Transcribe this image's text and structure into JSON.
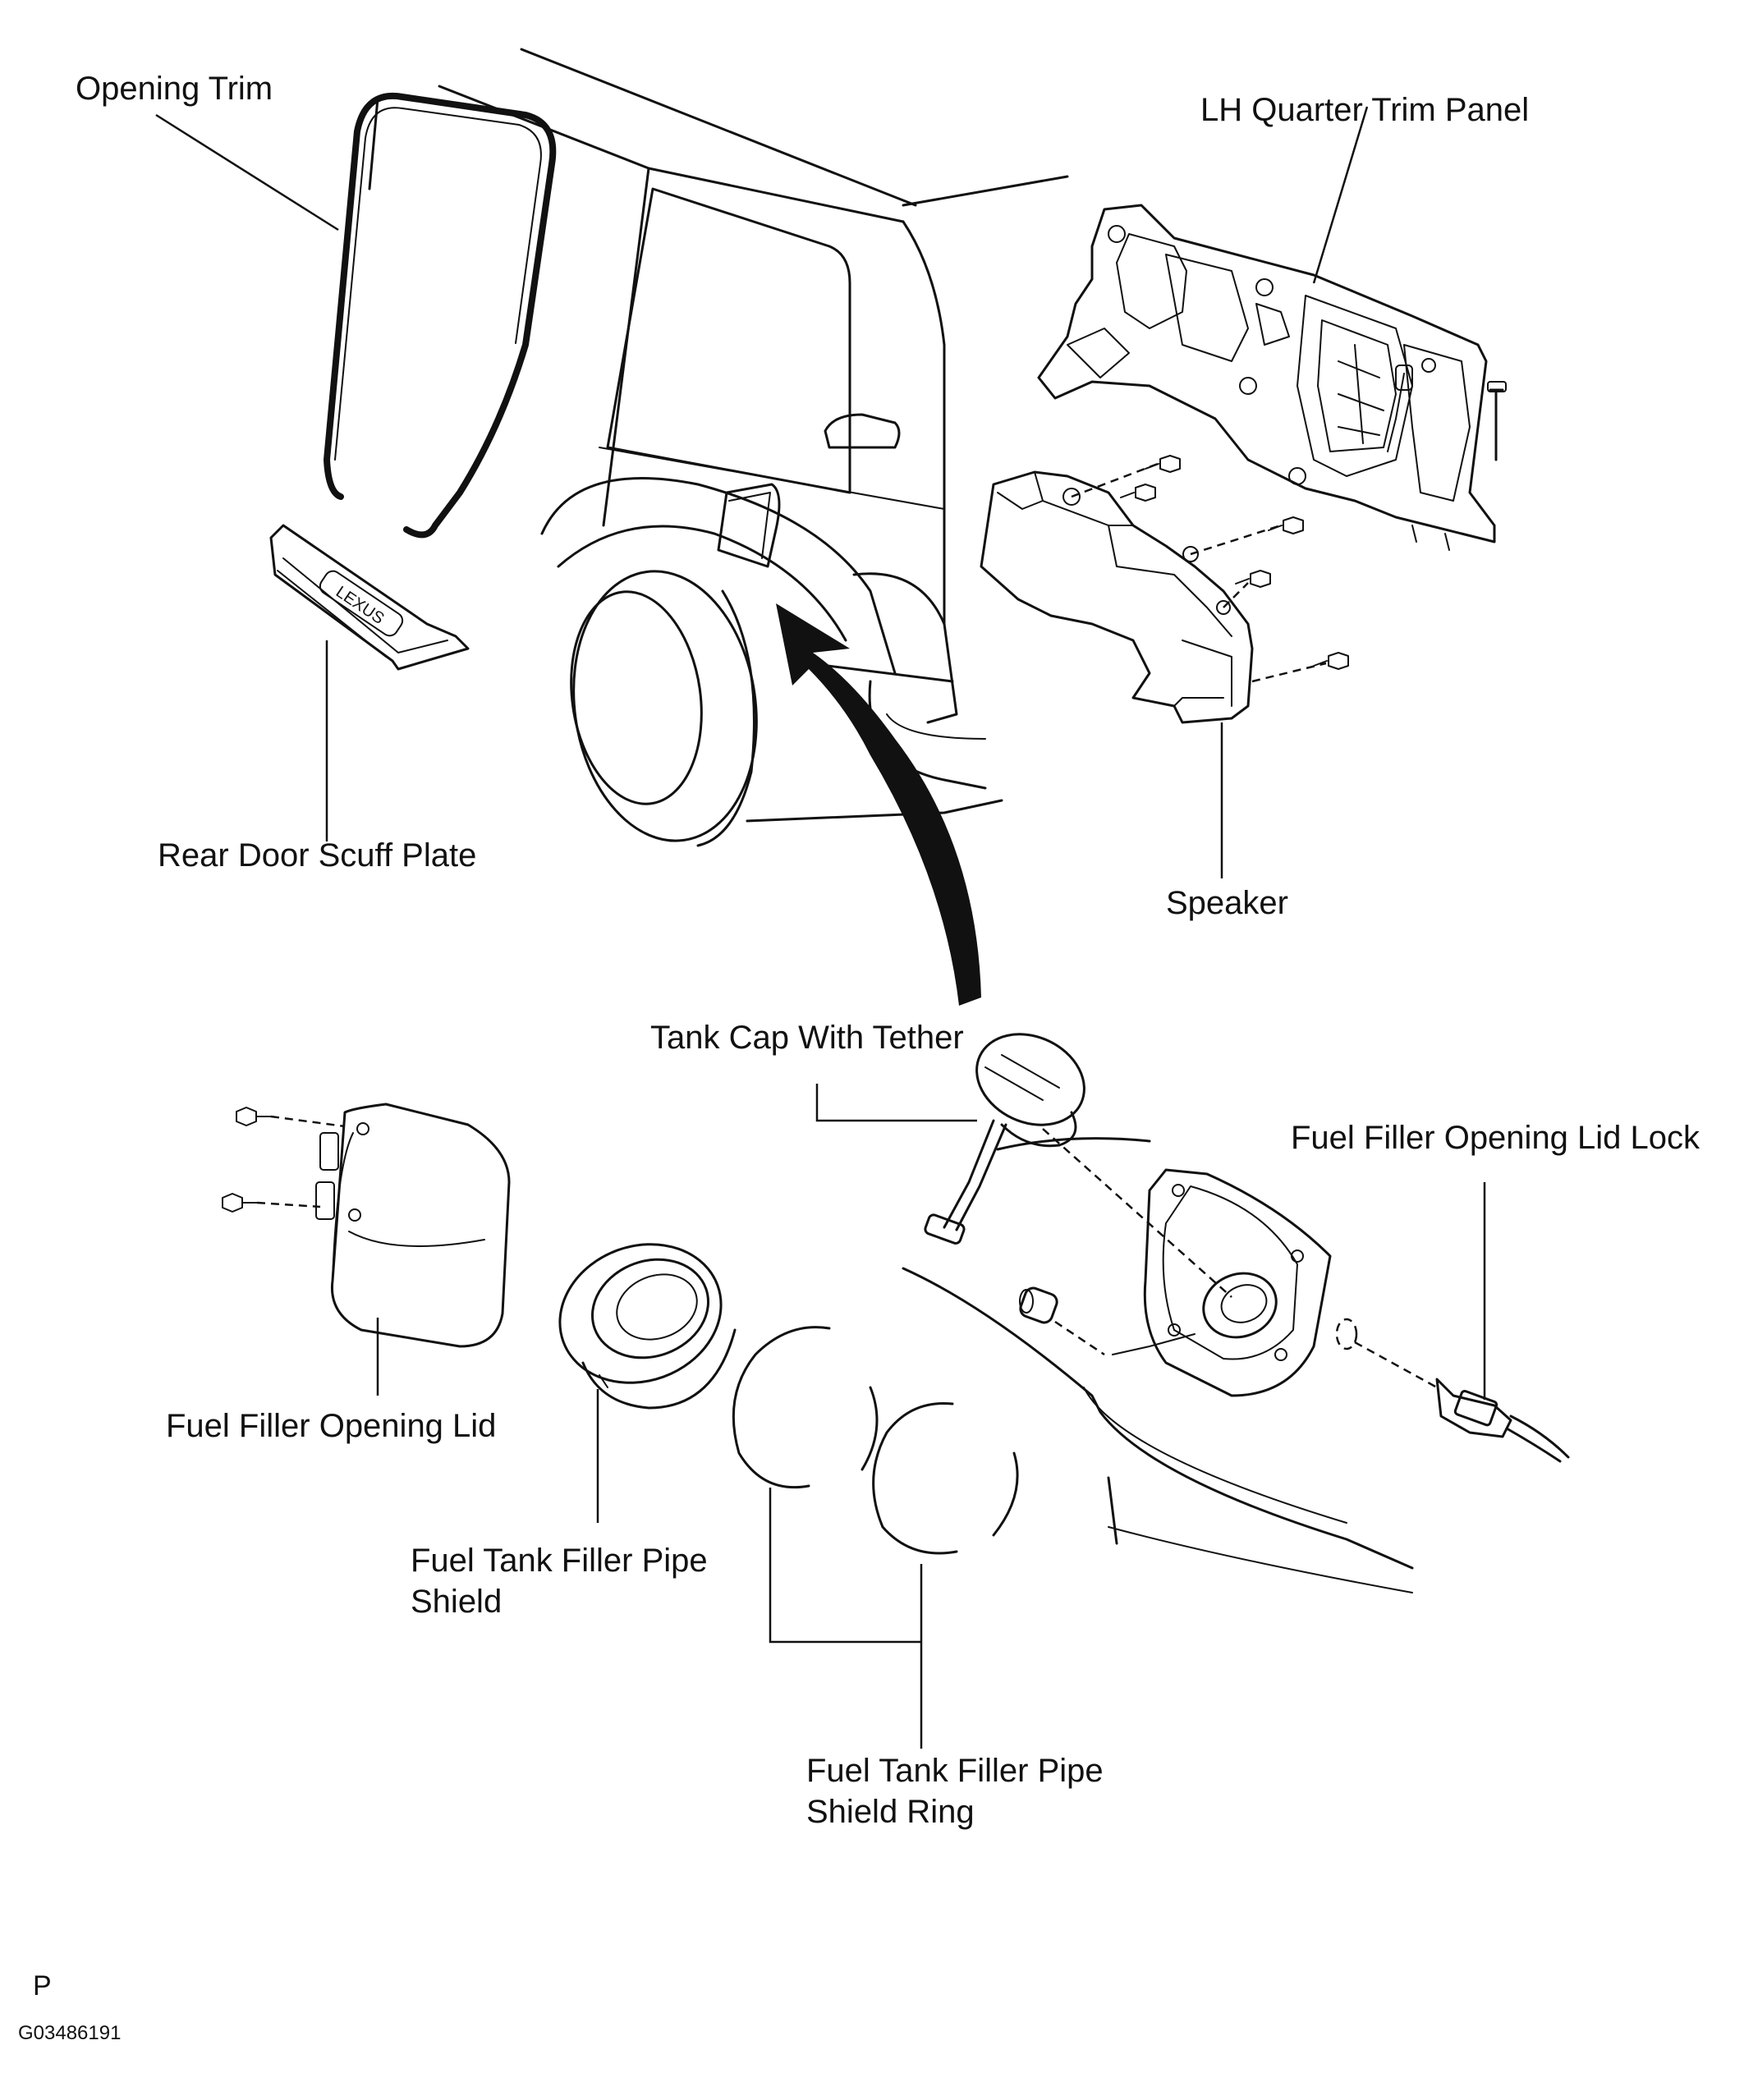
{
  "labels": {
    "opening_trim": "Opening Trim",
    "lh_quarter_trim_panel": "LH Quarter Trim Panel",
    "rear_door_scuff_plate": "Rear Door Scuff Plate",
    "speaker": "Speaker",
    "tank_cap_with_tether": "Tank Cap With Tether",
    "fuel_filler_opening_lid_lock": "Fuel Filler Opening Lid Lock",
    "fuel_filler_opening_lid": "Fuel Filler Opening Lid",
    "fuel_tank_filler_pipe_shield_line1": "Fuel Tank Filler Pipe",
    "fuel_tank_filler_pipe_shield_line2": "Shield",
    "fuel_tank_filler_pipe_shield_ring_line1": "Fuel Tank Filler Pipe",
    "fuel_tank_filler_pipe_shield_ring_line2": "Shield Ring"
  },
  "footer": {
    "section_letter": "P",
    "figure_code": "G03486191"
  },
  "scuff_plate_emblem": "LEXUS"
}
